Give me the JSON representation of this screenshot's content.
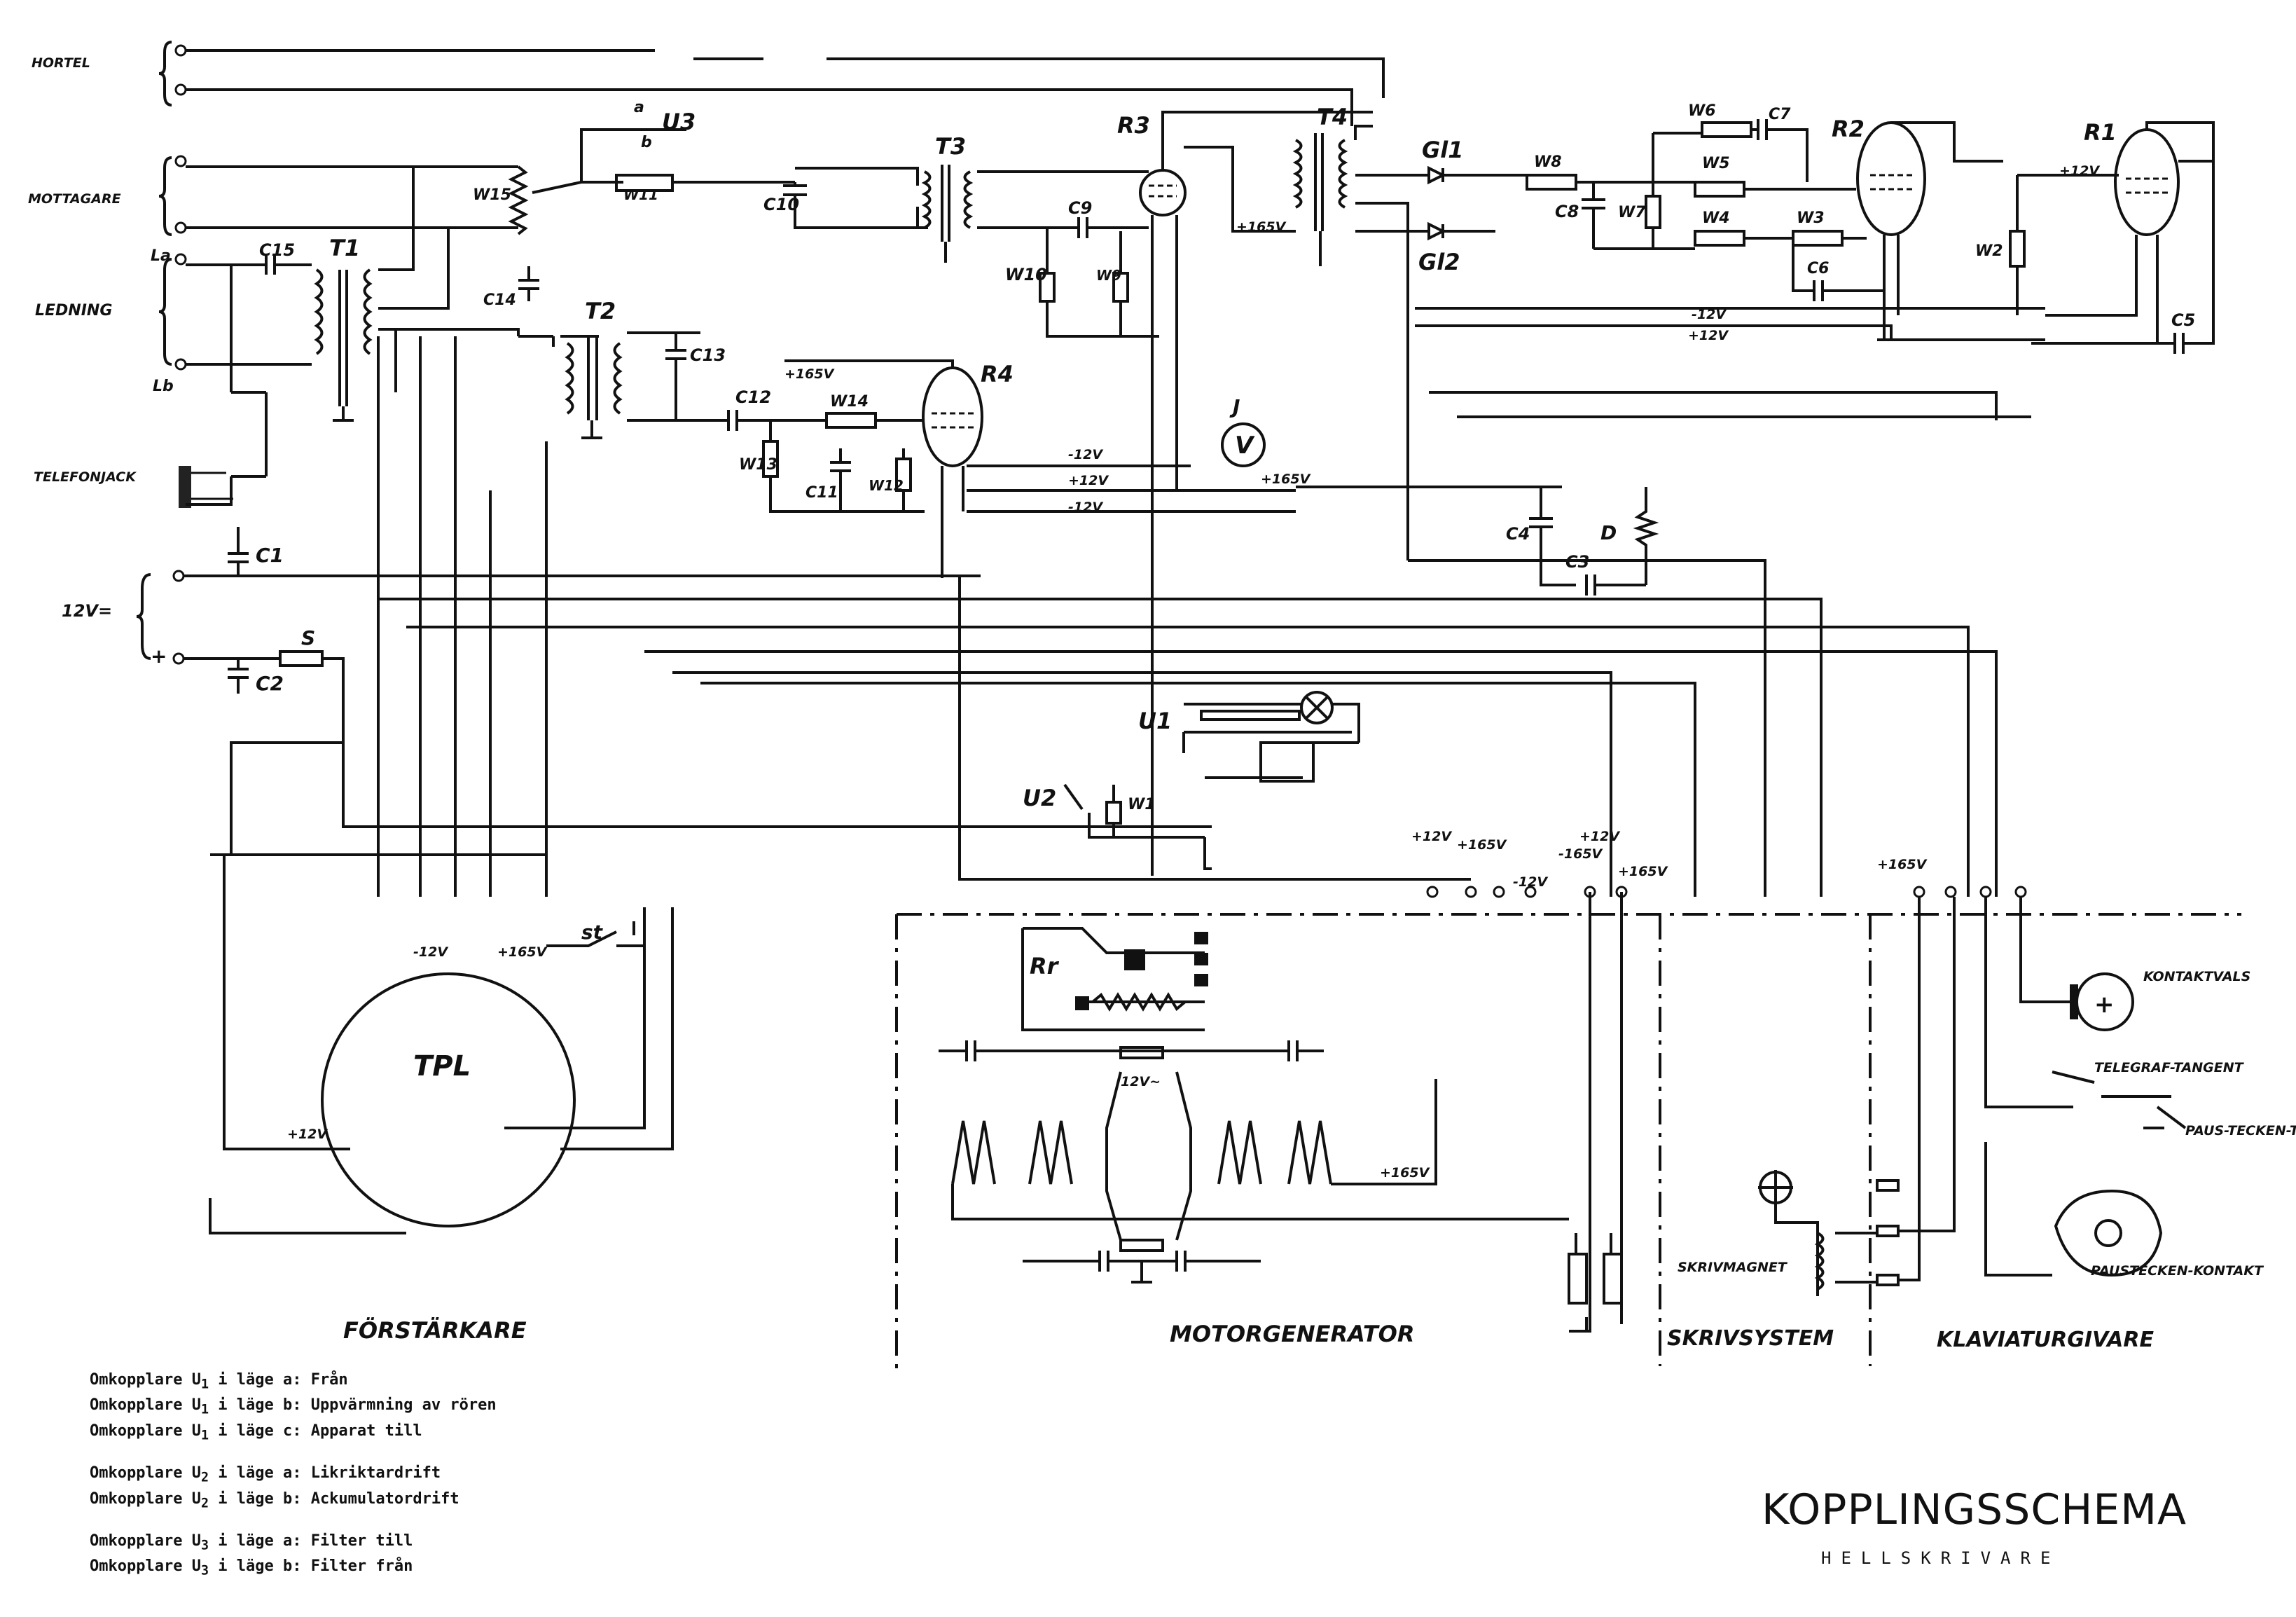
{
  "terminals_left": {
    "hortel": "HORTEL",
    "mottagare": "MOTTAGARE",
    "ledning": "LEDNING",
    "telefonjack": "TELEFONJACK",
    "supply_12v": "12V=",
    "plus": "+",
    "la": "La",
    "lb": "Lb"
  },
  "components": {
    "transformers": [
      "T1",
      "T2",
      "T3",
      "T4"
    ],
    "tubes": [
      "R1",
      "R2",
      "R3",
      "R4"
    ],
    "rectifiers": [
      "Gl1",
      "Gl2"
    ],
    "switches": [
      "U1",
      "U2",
      "U3",
      "st"
    ],
    "resistors": [
      "W1",
      "W2",
      "W3",
      "W4",
      "W5",
      "W6",
      "W7",
      "W8",
      "W9",
      "W10",
      "W11",
      "W12",
      "W13",
      "W14",
      "W15",
      "S"
    ],
    "capacitors": [
      "C1",
      "C2",
      "C3",
      "C4",
      "C5",
      "C6",
      "C7",
      "C8",
      "C9",
      "C10",
      "C11",
      "C12",
      "C13",
      "C14",
      "C15"
    ],
    "other": [
      "D",
      "J",
      "V",
      "Rr",
      "TPL"
    ]
  },
  "voltages": [
    "+165V",
    "-12V",
    "+12V",
    "-165V",
    "12V~"
  ],
  "sections": {
    "forstarkare": "FÖRSTÄRKARE",
    "motorgenerator": "MOTORGENERATOR",
    "skrivsystem": "SKRIVSYSTEM",
    "klaviaturgivare": "KLAVIATURGIVARE"
  },
  "right_labels": {
    "kontaktvals": "KONTAKTVALS",
    "telegraftangent": "TELEGRAF-TANGENT",
    "paustecken_tangent": "PAUS-TECKEN-TANGENT",
    "paustecken_kontakt": "PAUSTECKEN-KONTAKT",
    "skrivmagnet": "SKRIVMAGNET"
  },
  "notes": [
    [
      {
        "label": "Omkopplare U",
        "sub": "1",
        "text": " i läge a: Från"
      },
      {
        "label": "Omkopplare U",
        "sub": "1",
        "text": " i läge b: Uppvärmning av rören"
      },
      {
        "label": "Omkopplare U",
        "sub": "1",
        "text": " i läge c: Apparat till"
      }
    ],
    [
      {
        "label": "Omkopplare U",
        "sub": "2",
        "text": " i läge a: Likriktardrift"
      },
      {
        "label": "Omkopplare U",
        "sub": "2",
        "text": " i läge b: Ackumulatordrift"
      }
    ],
    [
      {
        "label": "Omkopplare U",
        "sub": "3",
        "text": " i läge a: Filter  till"
      },
      {
        "label": "Omkopplare U",
        "sub": "3",
        "text": " i läge b: Filter  från"
      }
    ]
  ],
  "title": "KOPPLINGSSCHEMA",
  "subtitle": "HELLSKRIVARE"
}
